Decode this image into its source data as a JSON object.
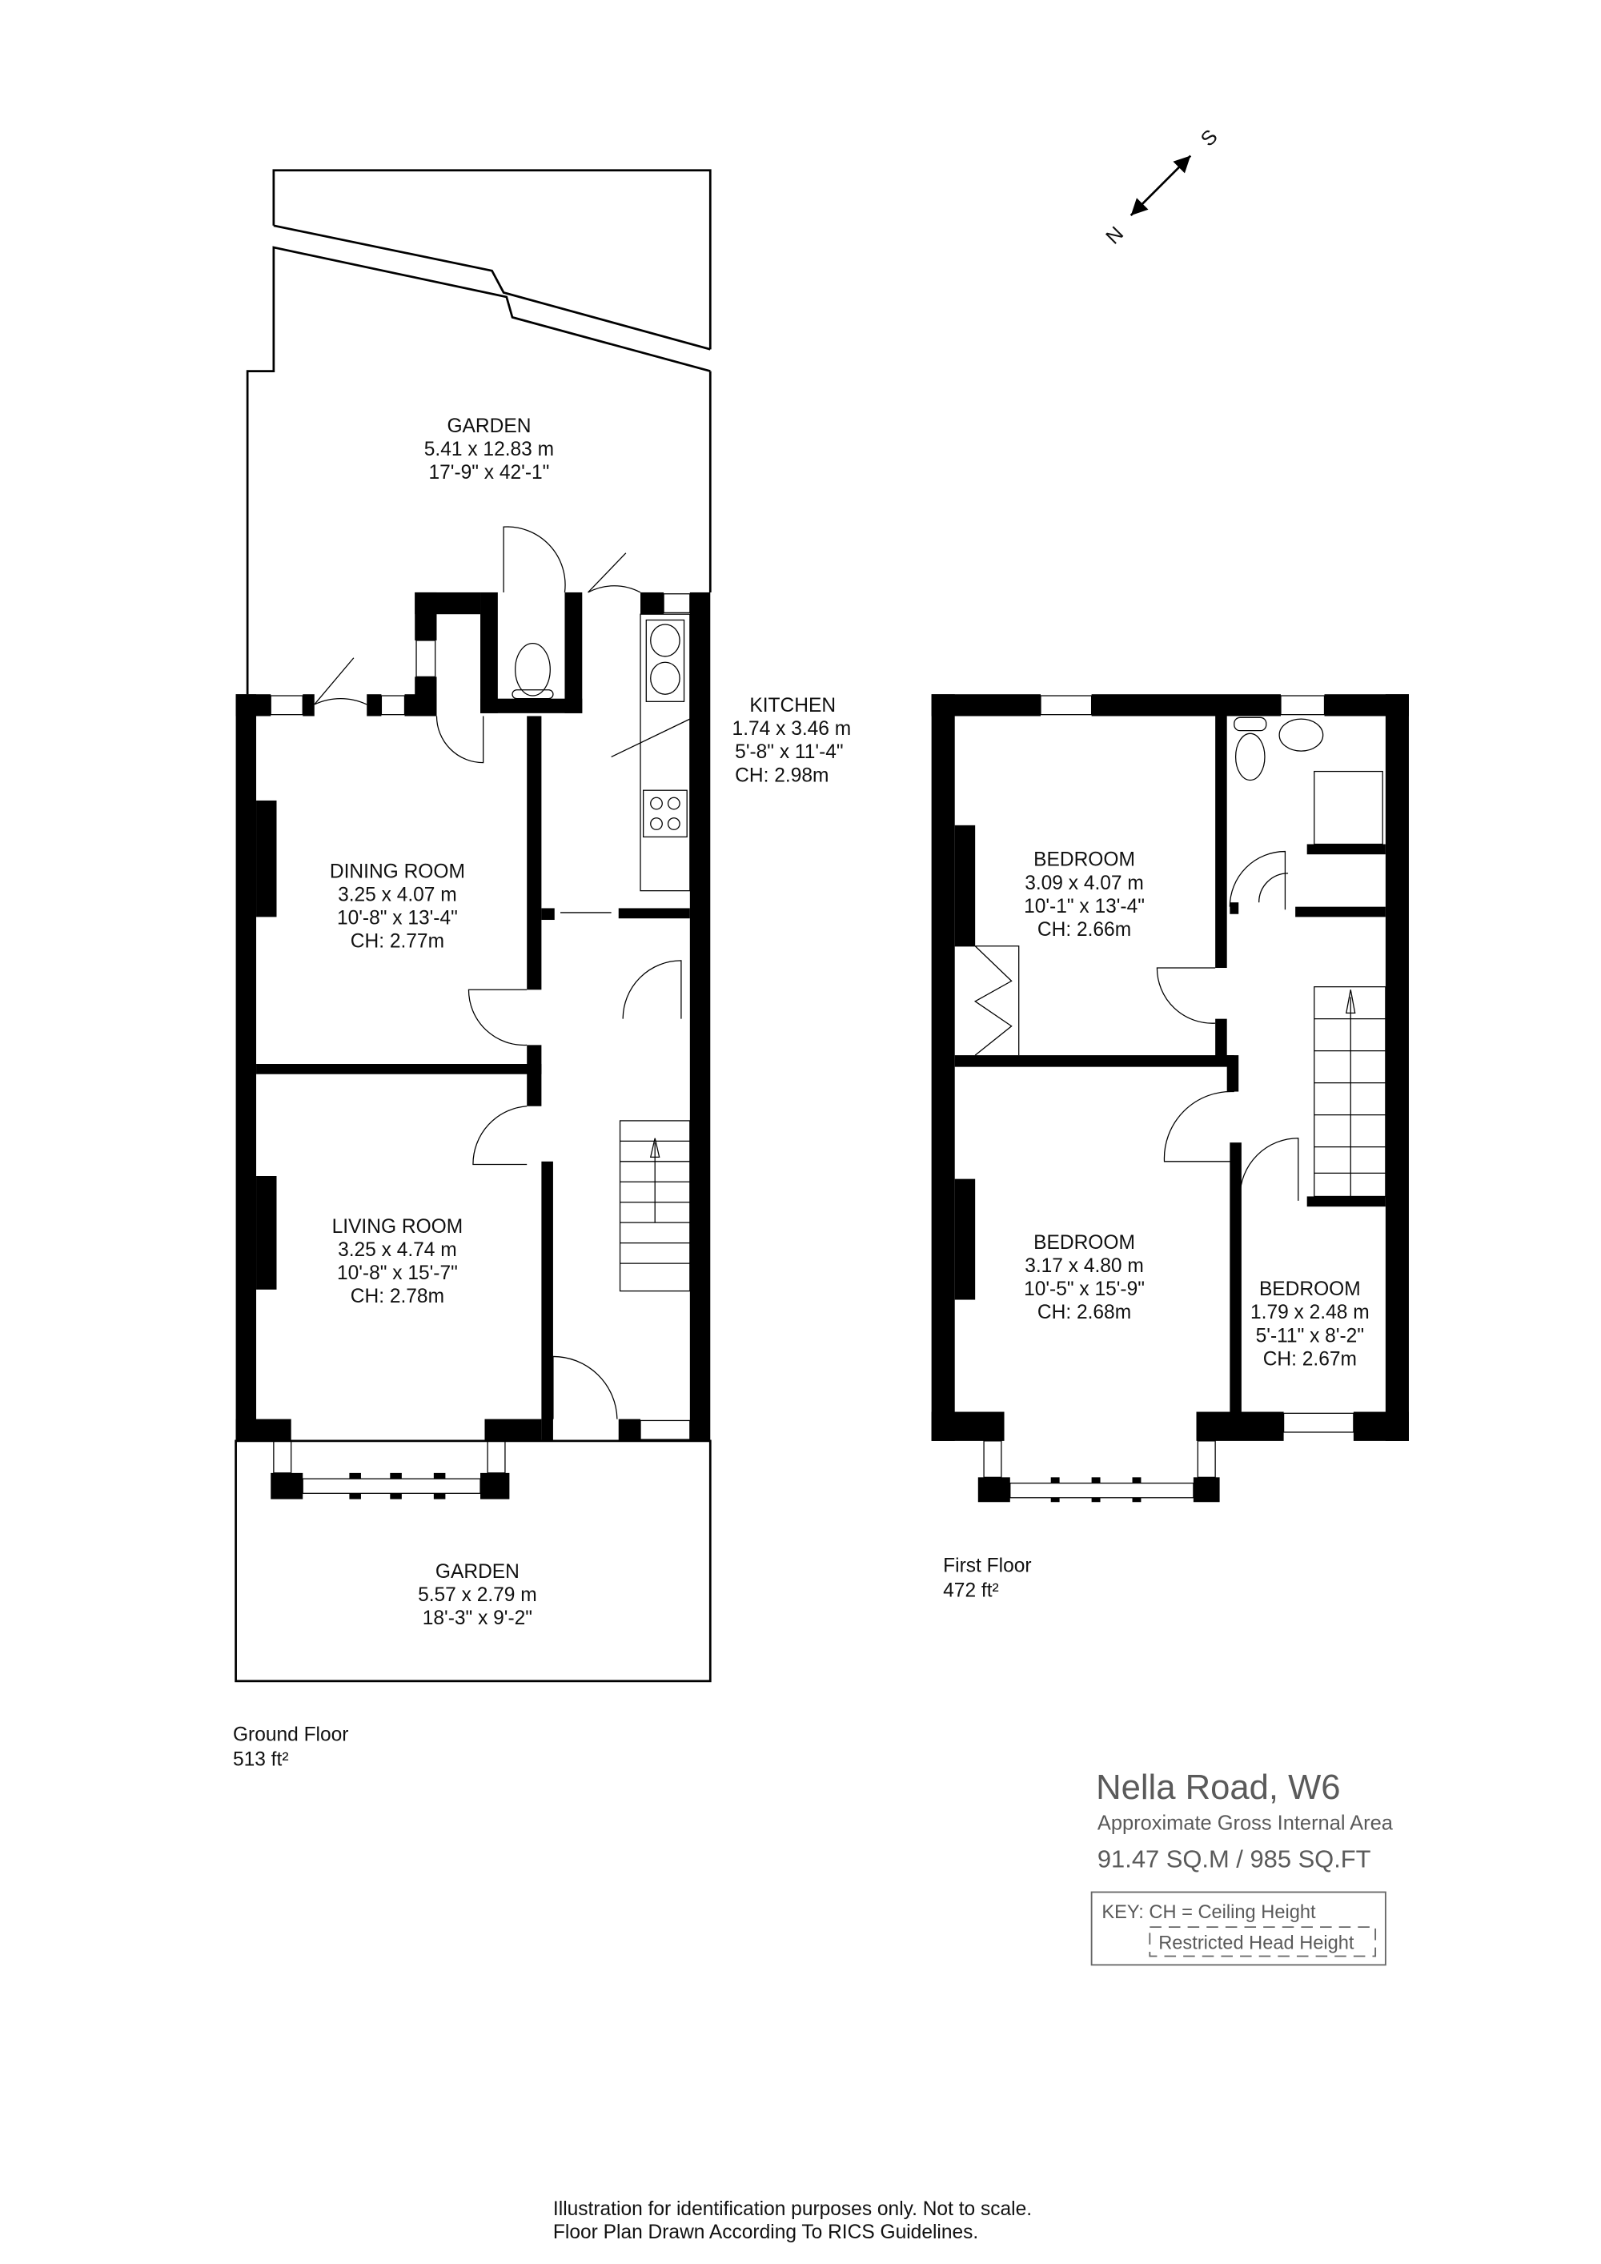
{
  "compass": {
    "north": "N",
    "south": "S"
  },
  "ground_floor": {
    "label": "Ground Floor",
    "area": "513 ft²",
    "rooms": [
      {
        "name": "GARDEN",
        "metric": "5.41 x  12.83 m",
        "imperial": "17'-9\" x  42'-1\""
      },
      {
        "name": "KITCHEN",
        "metric": "1.74 x 3.46 m",
        "imperial": "5'-8\" x 11'-4\"",
        "ceiling": "CH: 2.98m"
      },
      {
        "name": "DINING ROOM",
        "metric": "3.25 x 4.07 m",
        "imperial": "10'-8\" x 13'-4\"",
        "ceiling": "CH: 2.77m"
      },
      {
        "name": "LIVING ROOM",
        "metric": "3.25 x 4.74 m",
        "imperial": "10'-8\" x 15'-7\"",
        "ceiling": "CH: 2.78m"
      },
      {
        "name": "GARDEN",
        "metric": "5.57 x 2.79 m",
        "imperial": "18'-3\" x 9'-2\""
      }
    ]
  },
  "first_floor": {
    "label": "First Floor",
    "area": "472 ft²",
    "rooms": [
      {
        "name": "BEDROOM",
        "metric": "3.09 x 4.07 m",
        "imperial": "10'-1\" x 13'-4\"",
        "ceiling": "CH: 2.66m"
      },
      {
        "name": "BEDROOM",
        "metric": "3.17 x 4.80 m",
        "imperial": "10'-5\" x 15'-9\"",
        "ceiling": "CH: 2.68m"
      },
      {
        "name": "BEDROOM",
        "metric": "1.79 x 2.48 m",
        "imperial": "5'-11\" x 8'-2\"",
        "ceiling": "CH: 2.67m"
      }
    ]
  },
  "info": {
    "address": "Nella Road,  W6",
    "area_label": "Approximate Gross Internal Area",
    "total_area": "91.47 SQ.M / 985 SQ.FT",
    "key_line": "KEY: CH = Ceiling Height",
    "restricted": "Restricted Head Height"
  },
  "footer": {
    "line1": "Illustration for identification purposes only. Not to scale.",
    "line2": "Floor Plan Drawn According To RICS Guidelines."
  }
}
